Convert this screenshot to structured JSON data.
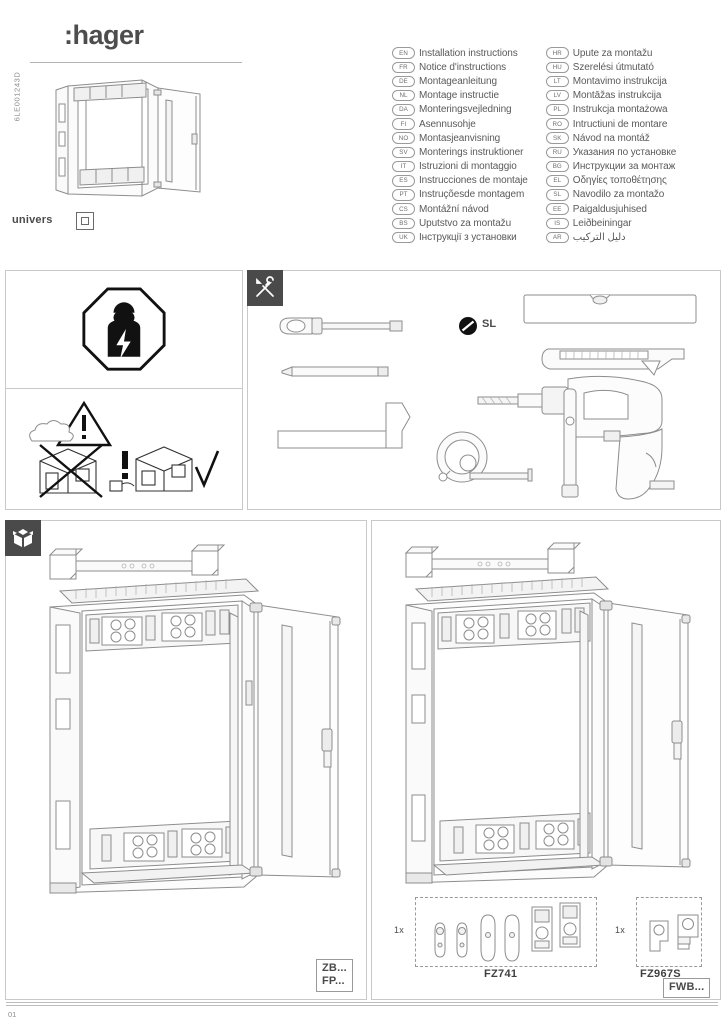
{
  "document": {
    "brand": ":hager",
    "doc_code": "6LE001243D",
    "product_line": "univers",
    "page_number": "01",
    "ip_symbol": "double-insulation-square-icon"
  },
  "languages": {
    "left": [
      {
        "code": "EN",
        "text": "Installation instructions"
      },
      {
        "code": "FR",
        "text": "Notice d'instructions"
      },
      {
        "code": "DE",
        "text": "Montageanleitung"
      },
      {
        "code": "NL",
        "text": "Montage instructie"
      },
      {
        "code": "DA",
        "text": "Monteringsvejledning"
      },
      {
        "code": "FI",
        "text": "Asennusohje"
      },
      {
        "code": "NO",
        "text": "Montasjeanvisning"
      },
      {
        "code": "SV",
        "text": "Monterings instruktioner"
      },
      {
        "code": "IT",
        "text": "Istruzioni di montaggio"
      },
      {
        "code": "ES",
        "text": "Instrucciones de montaje"
      },
      {
        "code": "PT",
        "text": "Instruçõesde montagem"
      },
      {
        "code": "CS",
        "text": "Montážní návod"
      },
      {
        "code": "BS",
        "text": "Uputstvo za montažu"
      },
      {
        "code": "UK",
        "text": "Інструкції з установки"
      }
    ],
    "right": [
      {
        "code": "HR",
        "text": "Upute za montažu"
      },
      {
        "code": "HU",
        "text": "Szerelési útmutató"
      },
      {
        "code": "LT",
        "text": "Montavimo instrukcija"
      },
      {
        "code": "LV",
        "text": "Montāžas instrukcija"
      },
      {
        "code": "PL",
        "text": "Instrukcja montażowa"
      },
      {
        "code": "RO",
        "text": "Intructiuni de montare"
      },
      {
        "code": "SK",
        "text": "Návod na montáž"
      },
      {
        "code": "RU",
        "text": "Указания по установке"
      },
      {
        "code": "BG",
        "text": "Инструкции за монтаж"
      },
      {
        "code": "EL",
        "text": "Οδηγίες τοποθέτησης"
      },
      {
        "code": "SL",
        "text": "Navodilo za montažo"
      },
      {
        "code": "EE",
        "text": "Paigaldusjuhised"
      },
      {
        "code": "IS",
        "text": "Leiðbeiningar"
      },
      {
        "code": "AR",
        "text": "دليل التركيب"
      }
    ]
  },
  "panels": {
    "safety": {
      "name": "safety-warning-panel",
      "top_icon": "qualified-electrician-octagon-icon",
      "bottom_icon": "no-outdoor-indoor-only-warning-icon"
    },
    "tools": {
      "name": "required-tools-panel",
      "tag_icon": "tools-screwdriver-wrench-icon",
      "screwdriver_type": "SL",
      "items": [
        "slotted-screwdriver",
        "pencil",
        "hammer",
        "spirit-level",
        "utility-knife",
        "tape-measure",
        "power-drill"
      ]
    },
    "content_left": {
      "name": "package-contents-panel-left",
      "tag_icon": "open-box-icon",
      "refs": [
        "ZB...",
        "FP..."
      ]
    },
    "content_right": {
      "name": "package-contents-panel-right",
      "refs": [
        "FWB..."
      ],
      "kits": [
        {
          "qty": "1x",
          "label": "FZ741"
        },
        {
          "qty": "1x",
          "label": "FZ967S"
        }
      ]
    }
  }
}
